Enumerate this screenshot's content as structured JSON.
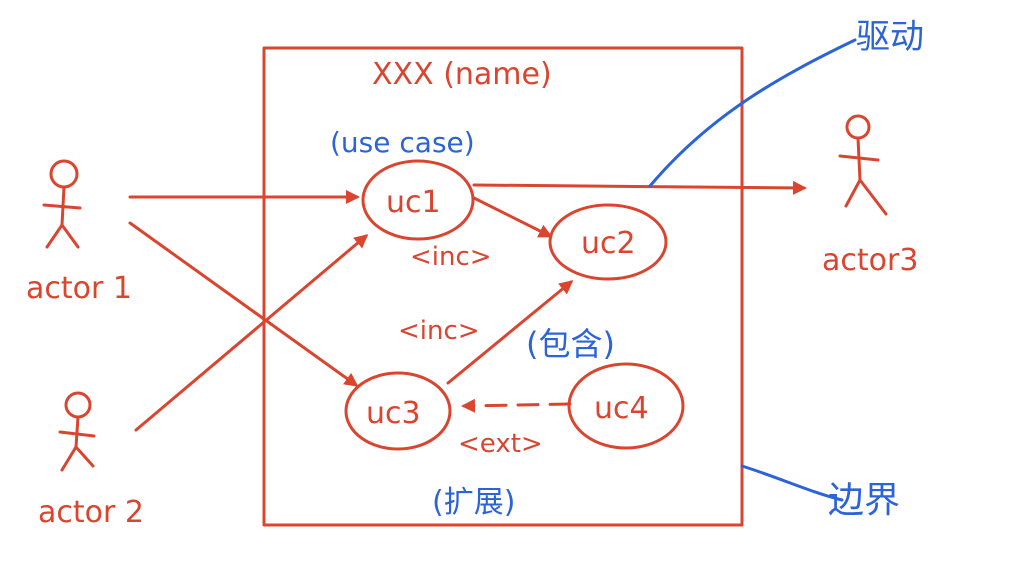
{
  "diagram": {
    "system": {
      "title": "XXX (name)",
      "note": "(use case)"
    },
    "actors": {
      "a1": "actor 1",
      "a2": "actor 2",
      "a3": "actor3"
    },
    "usecases": {
      "uc1": "uc1",
      "uc2": "uc2",
      "uc3": "uc3",
      "uc4": "uc4"
    },
    "relations": {
      "inc1": "<inc>",
      "inc2": "<inc>",
      "ext": "<ext>"
    },
    "notes": {
      "include_cn": "(包含)",
      "extend_cn": "(扩展)",
      "drive_cn": "驱动",
      "boundary_cn": "边界"
    },
    "colors": {
      "red": "#d9452f",
      "blue": "#2d63d8"
    }
  }
}
